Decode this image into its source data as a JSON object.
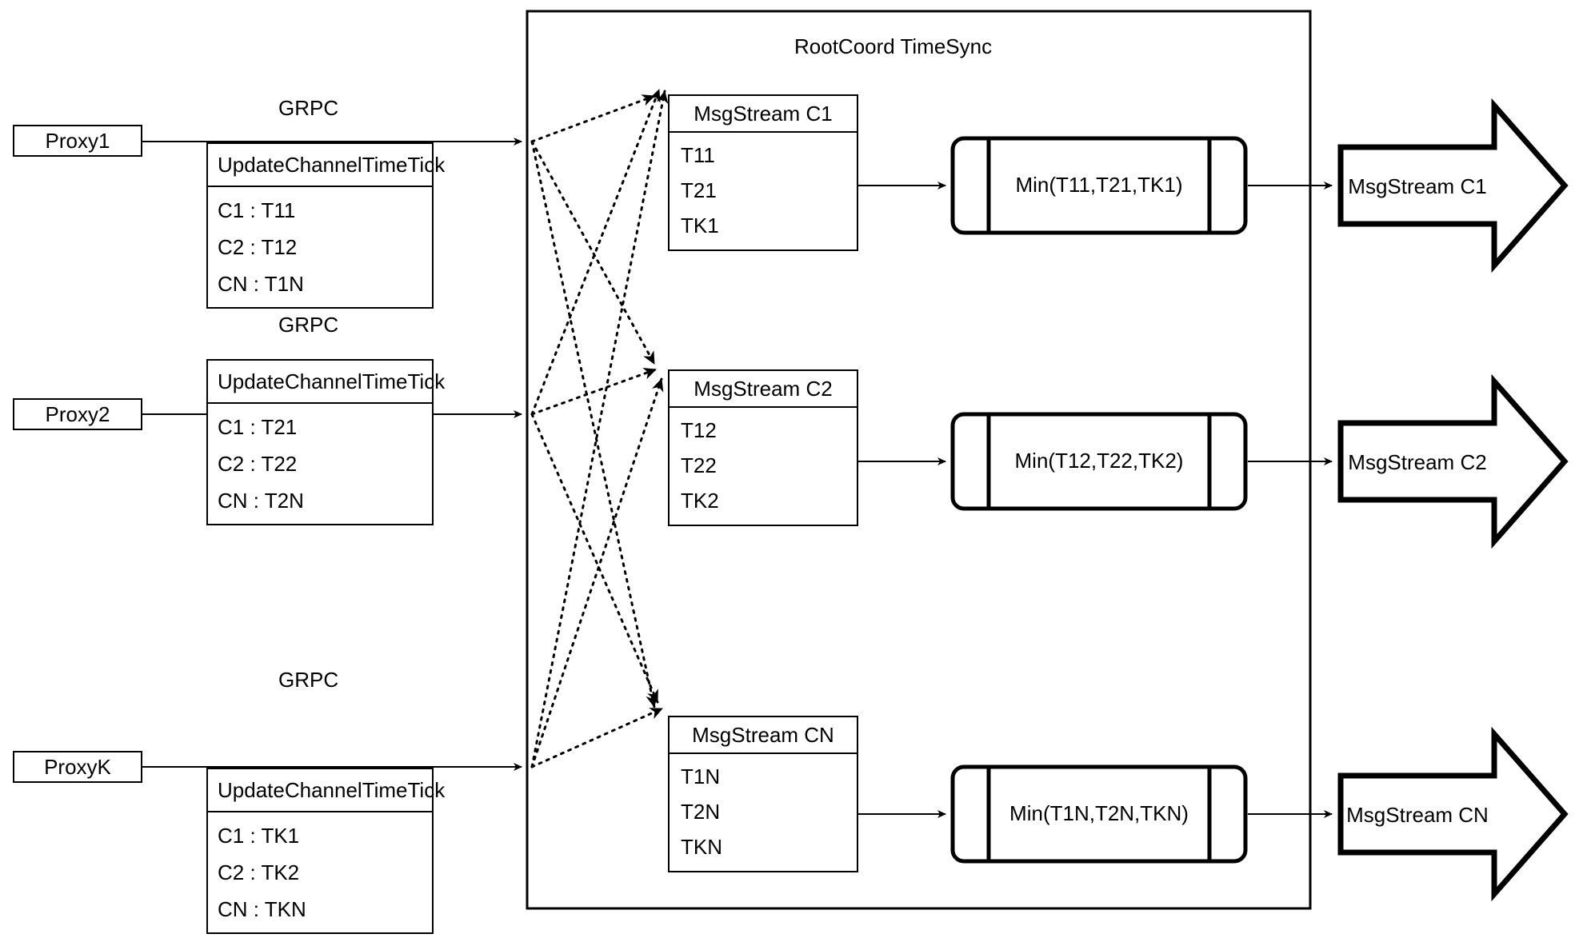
{
  "container": {
    "title": "RootCoord TimeSync"
  },
  "rows": [
    {
      "proxy_label": "Proxy1",
      "grpc_label": "GRPC",
      "tick_title": "UpdateChannelTimeTick",
      "tick_entries": [
        "C1 :  T11",
        "C2 :  T12",
        "CN : T1N"
      ],
      "stream_title": "MsgStream C1",
      "stream_entries": [
        "T11",
        "T21",
        "TK1"
      ],
      "min_label": "Min(T11,T21,TK1)",
      "output_label": "MsgStream C1"
    },
    {
      "proxy_label": "Proxy2",
      "grpc_label": "GRPC",
      "tick_title": "UpdateChannelTimeTick",
      "tick_entries": [
        "C1 :  T21",
        "C2 :  T22",
        "CN : T2N"
      ],
      "stream_title": "MsgStream C2",
      "stream_entries": [
        "T12",
        "T22",
        "TK2"
      ],
      "min_label": "Min(T12,T22,TK2)",
      "output_label": "MsgStream C2"
    },
    {
      "proxy_label": "ProxyK",
      "grpc_label": "GRPC",
      "tick_title": "UpdateChannelTimeTick",
      "tick_entries": [
        "C1 :  TK1",
        "C2 :  TK2",
        "CN : TKN"
      ],
      "stream_title": "MsgStream CN",
      "stream_entries": [
        "T1N",
        "T2N",
        "TKN"
      ],
      "min_label": "Min(T1N,T2N,TKN)",
      "output_label": "MsgStream CN"
    }
  ],
  "colors": {
    "stroke": "#000000",
    "background": "#ffffff"
  }
}
